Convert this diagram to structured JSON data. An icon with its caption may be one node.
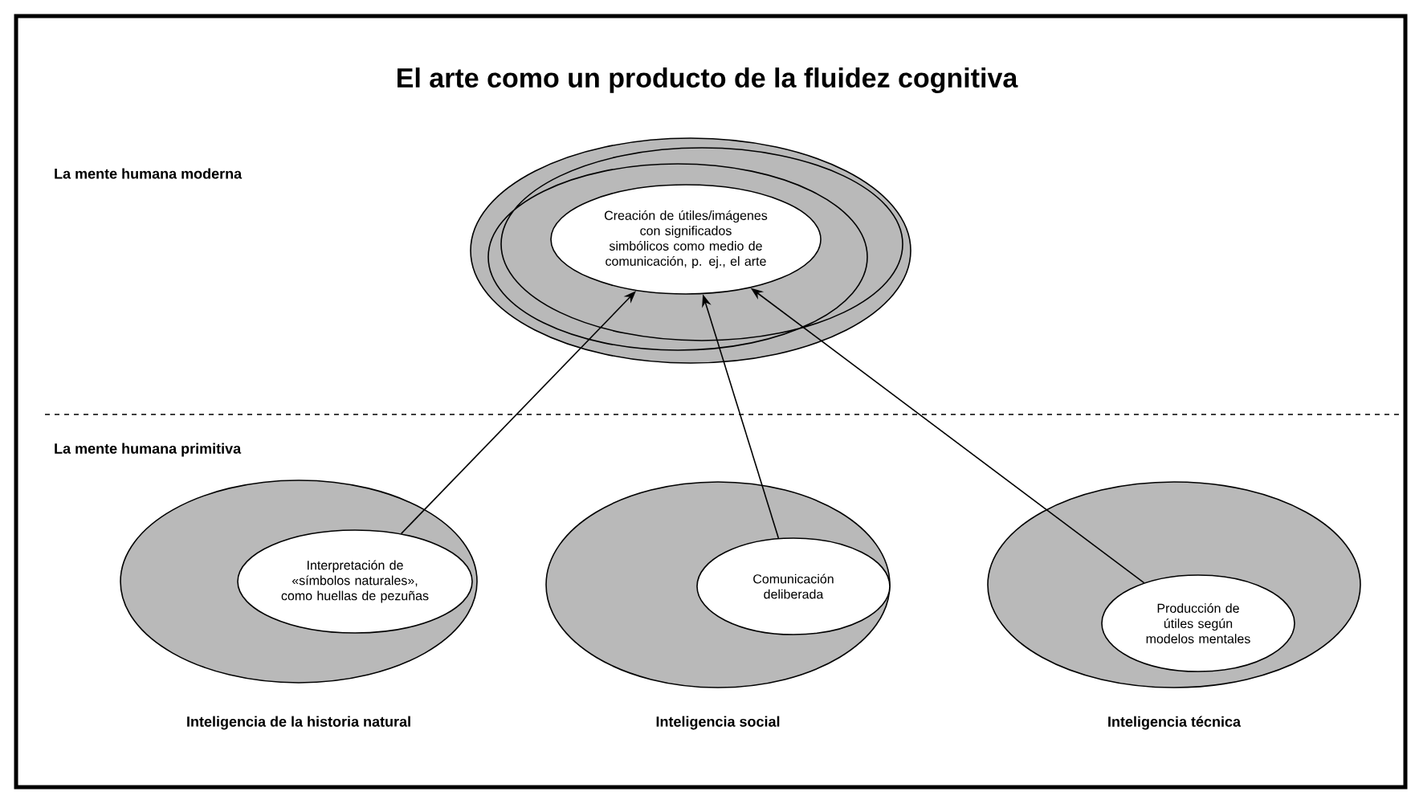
{
  "diagram": {
    "title": "El arte como un producto de la fluidez cognitiva",
    "nodes": [
      {
        "text": [
          "Creación de útiles/imágenes con significados simbólicos como medio de comunicación, p. ej., el arte"
        ]
      },
      {
        "text": [],
        "shape": "ellipse",
        "beside": [
          "Inteligencia de la historia natural"
        ]
      },
      {
        "text": [
          "Interpretación de «símbolos naturales», como huellas de pezuñas"
        ],
        "in": 1
      },
      {
        "text": [],
        "shape": "ellipse",
        "beside": [
          "Inteligencia social"
        ]
      },
      {
        "text": [
          "Comunicación deliberada"
        ],
        "in": 3
      },
      {
        "text": [],
        "shape": "ellipse",
        "beside": [
          "Inteligencia técnica"
        ]
      },
      {
        "text": [
          "Producción de útiles según modelos mentales"
        ],
        "in": 5
      }
    ],
    "edges": [
      {
        "from": 2,
        "to": 0,
        "arrow": "to"
      },
      {
        "from": 4,
        "to": 0,
        "arrow": "to"
      },
      {
        "from": 6,
        "to": 0,
        "arrow": "to"
      }
    ],
    "labels": [
      "La mente humana moderna",
      "La mente humana primitiva"
    ]
  }
}
